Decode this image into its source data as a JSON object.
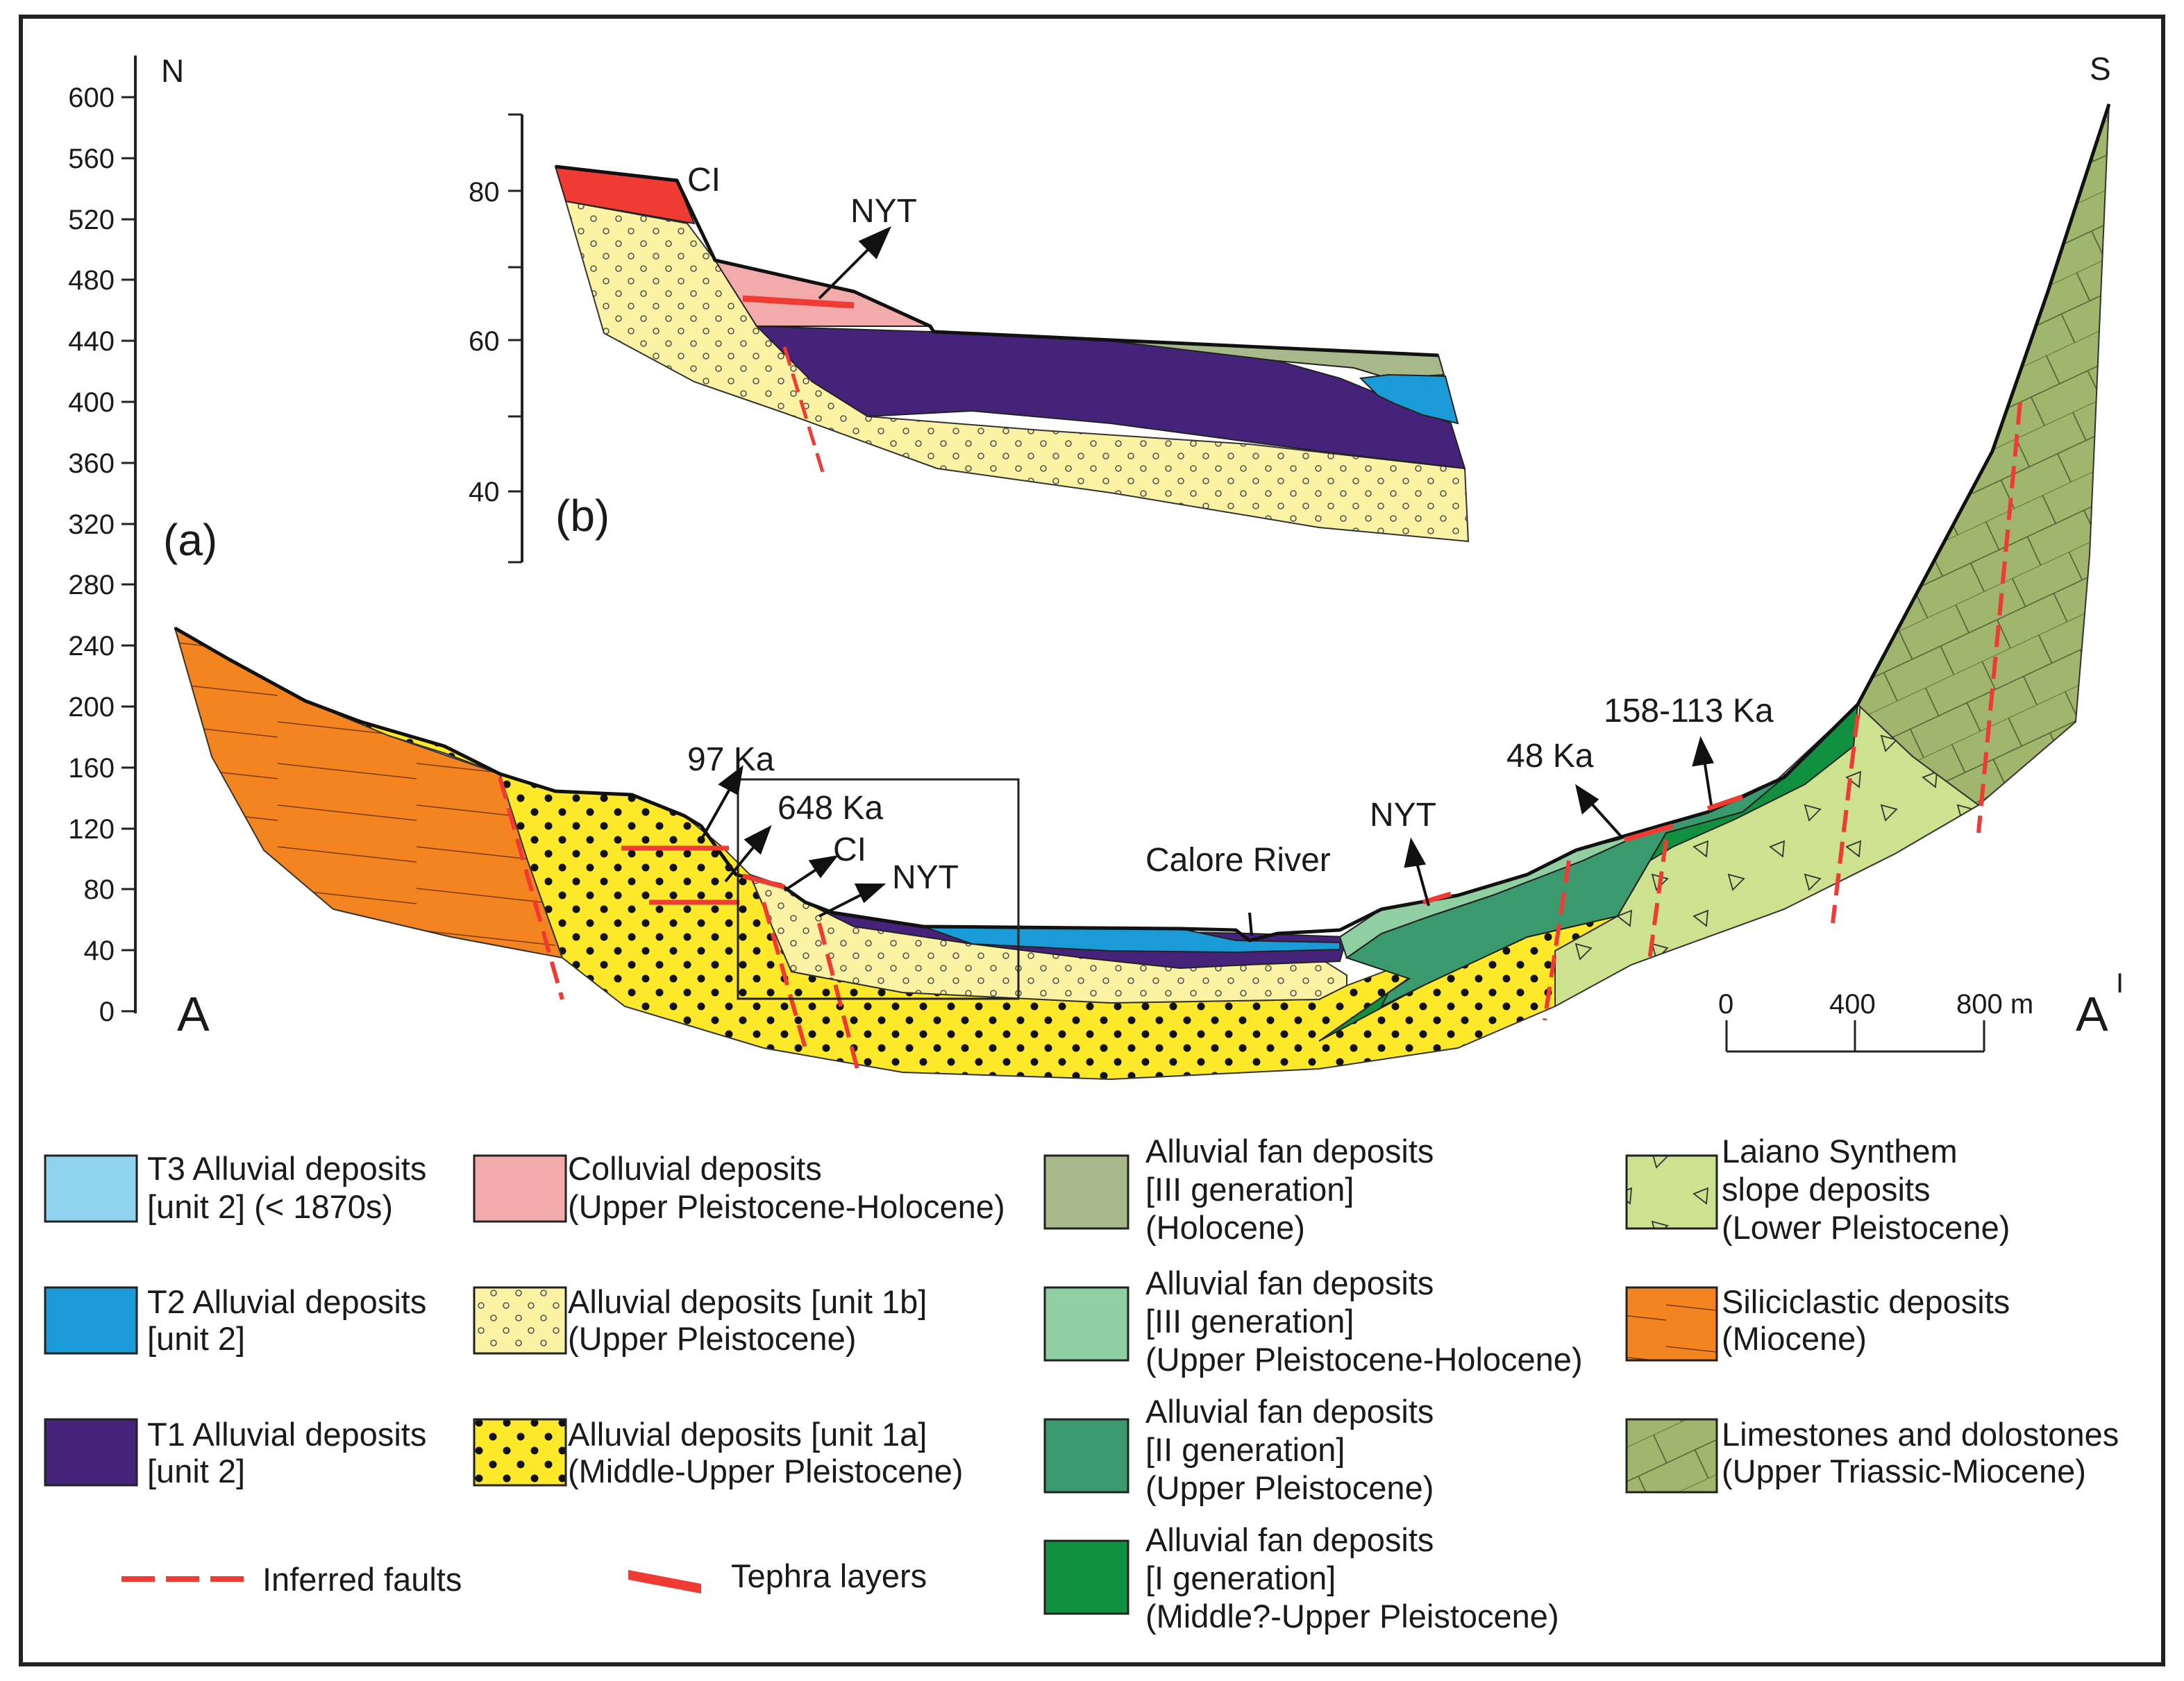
{
  "figure": {
    "panel_a": "(a)",
    "panel_b": "(b)",
    "north": "N",
    "south": "S",
    "section_start": "A",
    "section_end": "A",
    "section_end_mark": "I"
  },
  "main_axis": {
    "ticks": [
      "600",
      "560",
      "520",
      "480",
      "440",
      "400",
      "360",
      "320",
      "280",
      "240",
      "200",
      "160",
      "120",
      "80",
      "40",
      "0"
    ]
  },
  "inset_axis": {
    "ticks": [
      "80",
      "60",
      "40"
    ]
  },
  "annotations": {
    "ka97": "97 Ka",
    "ka648": "648 Ka",
    "ci_main": "CI",
    "nyt_left": "NYT",
    "calore": "Calore River",
    "nyt_right": "NYT",
    "ka48": "48 Ka",
    "ka158": "158-113 Ka",
    "ci_inset": "CI",
    "nyt_inset": "NYT"
  },
  "scale_bar": {
    "t0": "0",
    "t400": "400",
    "t800": "800 m"
  },
  "legend": {
    "t3": [
      "T3 Alluvial deposits",
      " [unit 2] (< 1870s)"
    ],
    "t2": [
      "T2 Alluvial deposits",
      "[unit 2]"
    ],
    "t1": [
      "T1 Alluvial deposits",
      "[unit 2]"
    ],
    "colluvial": [
      "Colluvial deposits",
      "(Upper Pleistocene-Holocene)"
    ],
    "unit1b": [
      "Alluvial deposits [unit 1b]",
      "(Upper Pleistocene)"
    ],
    "unit1a": [
      "Alluvial deposits [unit 1a]",
      "(Middle-Upper Pleistocene)"
    ],
    "fan3h": [
      "Alluvial fan deposits",
      "[III generation]",
      "(Holocene)"
    ],
    "fan3uh": [
      "Alluvial fan deposits",
      "[III generation]",
      "(Upper Pleistocene-Holocene)"
    ],
    "fan2": [
      "Alluvial fan deposits",
      "[II generation]",
      "(Upper Pleistocene)"
    ],
    "fan1": [
      "Alluvial fan deposits",
      "[I generation]",
      "(Middle?-Upper Pleistocene)"
    ],
    "laiano": [
      "Laiano Synthem",
      "slope deposits",
      "(Lower Pleistocene)"
    ],
    "silic": [
      "Siliciclastic deposits",
      "(Miocene)"
    ],
    "lime": [
      "Limestones and dolostones",
      "(Upper Triassic-Miocene)"
    ],
    "faults": "Inferred faults",
    "tephra": "Tephra layers"
  },
  "colors": {
    "t3": "#8fd3ee",
    "t2": "#1a9ad6",
    "t1": "#45237a",
    "colluvial": "#f2aaaa",
    "unit1b": "#fbf2a4",
    "unit1a": "#fde82a",
    "fan3h": "#a7b98a",
    "fan3uh": "#8fcfa1",
    "fan2": "#3b9a6d",
    "fan1": "#11903f",
    "laiano": "#cde28f",
    "silic": "#f4841f",
    "lime": "#9fb66c",
    "fault": "#ef3b34",
    "tephra": "#ef3b34"
  }
}
